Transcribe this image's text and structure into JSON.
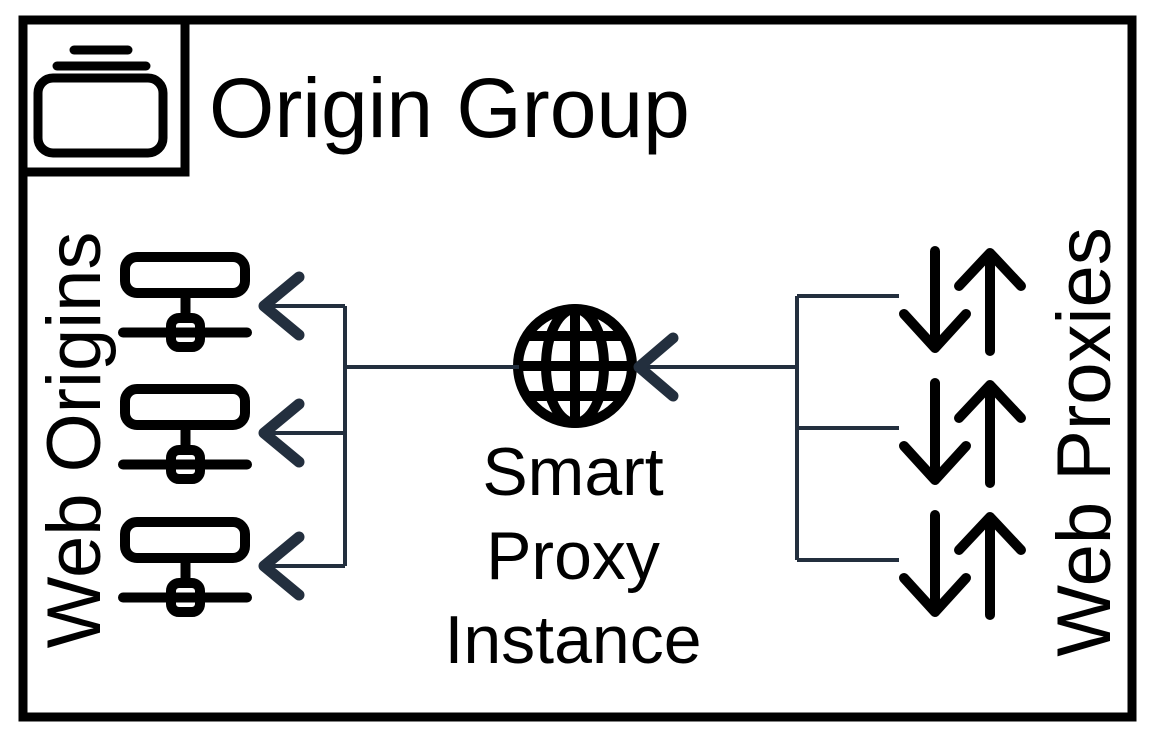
{
  "diagram": {
    "title": "Origin Group",
    "labels": {
      "left": "Web Origins",
      "right": "Web Proxies",
      "center_line1": "Smart",
      "center_line2": "Proxy",
      "center_line3": "Instance"
    },
    "counts": {
      "web_origins": 3,
      "web_proxies": 3
    },
    "icons": {
      "title_badge": "stacked-group-icon",
      "web_origin": "network-server-icon",
      "center": "globe-icon",
      "web_proxy": "up-down-arrows-icon",
      "connector_head": "left-chevron-arrowhead"
    },
    "colors": {
      "icon": "#000000",
      "connector": "#232F3E",
      "background": "#FFFFFF"
    }
  }
}
